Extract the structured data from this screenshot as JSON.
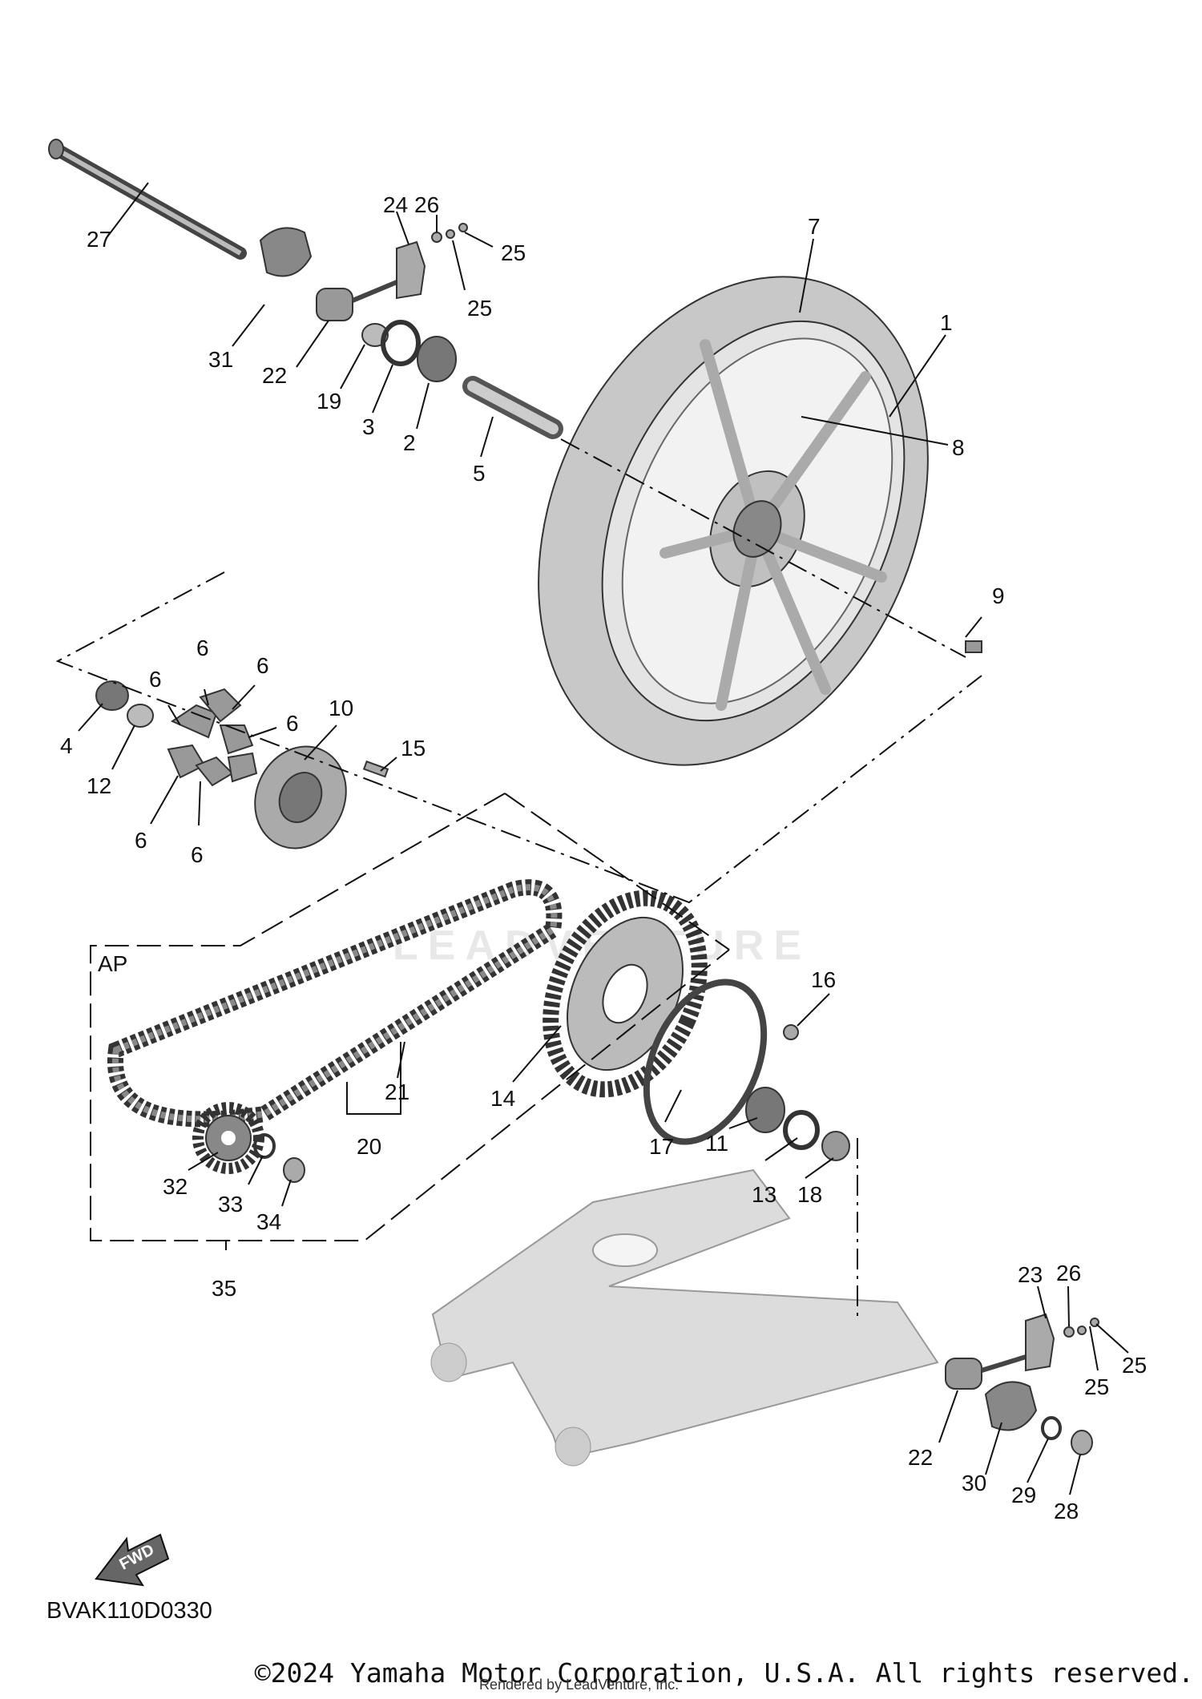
{
  "diagram": {
    "code": "BVAK110D0330",
    "group_label": "AP",
    "fwd_label": "FWD",
    "watermark": "LEADVENTURE",
    "callouts": {
      "c1": "1",
      "c2": "2",
      "c3": "3",
      "c4": "4",
      "c5": "5",
      "c6a": "6",
      "c6b": "6",
      "c6c": "6",
      "c6d": "6",
      "c6e": "6",
      "c6f": "6",
      "c7": "7",
      "c8": "8",
      "c9": "9",
      "c10": "10",
      "c11": "11",
      "c12": "12",
      "c13": "13",
      "c14": "14",
      "c15": "15",
      "c16": "16",
      "c17": "17",
      "c18": "18",
      "c19": "19",
      "c20": "20",
      "c21": "21",
      "c22a": "22",
      "c22b": "22",
      "c23": "23",
      "c24": "24",
      "c25a": "25",
      "c25b": "25",
      "c25c": "25",
      "c25d": "25",
      "c26a": "26",
      "c26b": "26",
      "c27": "27",
      "c28": "28",
      "c29": "29",
      "c30": "30",
      "c31": "31",
      "c32": "32",
      "c33": "33",
      "c34": "34",
      "c35": "35"
    },
    "colors": {
      "tire": "#c8c8c8",
      "rim": "#e4e4e4",
      "swingarm": "#dcdcdc",
      "metal": "#9a9a9a",
      "ink": "#111111"
    }
  },
  "footer": {
    "copyright": "©2024 Yamaha Motor Corporation, U.S.A. All rights reserved.",
    "rendered_by": "Rendered by LeadVenture, Inc."
  }
}
